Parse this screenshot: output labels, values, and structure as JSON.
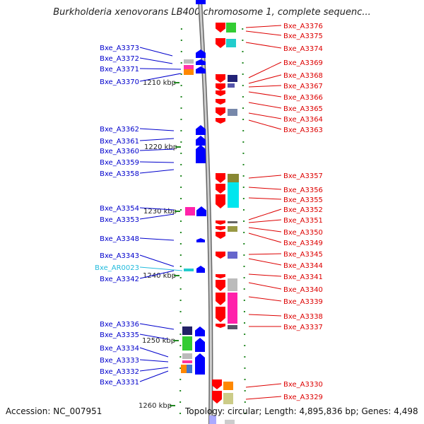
{
  "title": "Burkholderia xenovorans LB400 chromosome 1, complete sequenc...",
  "footer": {
    "accession": "Accession: NC_007951",
    "topology": "Topology: circular; Length: 4,895,836 bp; Genes: 4,498"
  },
  "scale": [
    {
      "label": "1210 kbp"
    },
    {
      "label": "1220 kbp"
    },
    {
      "label": "1230 kbp"
    },
    {
      "label": "1240 kbp"
    },
    {
      "label": "1250 kbp"
    },
    {
      "label": "1260 kbp"
    }
  ],
  "left_labels": [
    {
      "text": "Bxe_A3373",
      "color": "#0000cc"
    },
    {
      "text": "Bxe_A3372",
      "color": "#0000cc"
    },
    {
      "text": "Bxe_A3371",
      "color": "#0000cc"
    },
    {
      "text": "Bxe_A3370",
      "color": "#0000cc"
    },
    {
      "text": "Bxe_A3362",
      "color": "#0000cc"
    },
    {
      "text": "Bxe_A3361",
      "color": "#0000cc"
    },
    {
      "text": "Bxe_A3360",
      "color": "#0000cc"
    },
    {
      "text": "Bxe_A3359",
      "color": "#0000cc"
    },
    {
      "text": "Bxe_A3358",
      "color": "#0000cc"
    },
    {
      "text": "Bxe_A3354",
      "color": "#0000cc"
    },
    {
      "text": "Bxe_A3353",
      "color": "#0000cc"
    },
    {
      "text": "Bxe_A3348",
      "color": "#0000cc"
    },
    {
      "text": "Bxe_A3343",
      "color": "#0000cc"
    },
    {
      "text": "Bxe_AR0023",
      "color": "#22bbdd"
    },
    {
      "text": "Bxe_A3342",
      "color": "#0000cc"
    },
    {
      "text": "Bxe_A3336",
      "color": "#0000cc"
    },
    {
      "text": "Bxe_A3335",
      "color": "#0000cc"
    },
    {
      "text": "Bxe_A3334",
      "color": "#0000cc"
    },
    {
      "text": "Bxe_A3333",
      "color": "#0000cc"
    },
    {
      "text": "Bxe_A3332",
      "color": "#0000cc"
    },
    {
      "text": "Bxe_A3331",
      "color": "#0000cc"
    }
  ],
  "right_labels": [
    {
      "text": "Bxe_A3376",
      "color": "#dd0000"
    },
    {
      "text": "Bxe_A3375",
      "color": "#dd0000"
    },
    {
      "text": "Bxe_A3374",
      "color": "#dd0000"
    },
    {
      "text": "Bxe_A3369",
      "color": "#dd0000"
    },
    {
      "text": "Bxe_A3368",
      "color": "#dd0000"
    },
    {
      "text": "Bxe_A3367",
      "color": "#dd0000"
    },
    {
      "text": "Bxe_A3366",
      "color": "#dd0000"
    },
    {
      "text": "Bxe_A3365",
      "color": "#dd0000"
    },
    {
      "text": "Bxe_A3364",
      "color": "#dd0000"
    },
    {
      "text": "Bxe_A3363",
      "color": "#dd0000"
    },
    {
      "text": "Bxe_A3357",
      "color": "#dd0000"
    },
    {
      "text": "Bxe_A3356",
      "color": "#dd0000"
    },
    {
      "text": "Bxe_A3355",
      "color": "#dd0000"
    },
    {
      "text": "Bxe_A3352",
      "color": "#dd0000"
    },
    {
      "text": "Bxe_A3351",
      "color": "#dd0000"
    },
    {
      "text": "Bxe_A3350",
      "color": "#dd0000"
    },
    {
      "text": "Bxe_A3349",
      "color": "#dd0000"
    },
    {
      "text": "Bxe_A3345",
      "color": "#dd0000"
    },
    {
      "text": "Bxe_A3344",
      "color": "#dd0000"
    },
    {
      "text": "Bxe_A3341",
      "color": "#dd0000"
    },
    {
      "text": "Bxe_A3340",
      "color": "#dd0000"
    },
    {
      "text": "Bxe_A3339",
      "color": "#dd0000"
    },
    {
      "text": "Bxe_A3338",
      "color": "#dd0000"
    },
    {
      "text": "Bxe_A3337",
      "color": "#dd0000"
    },
    {
      "text": "Bxe_A3330",
      "color": "#dd0000"
    },
    {
      "text": "Bxe_A3329",
      "color": "#dd0000"
    }
  ],
  "colors": {
    "reverse_strand": "#ff0000",
    "forward_strand": "#0000ff",
    "backbone": "#999999",
    "tick": "#228822"
  }
}
